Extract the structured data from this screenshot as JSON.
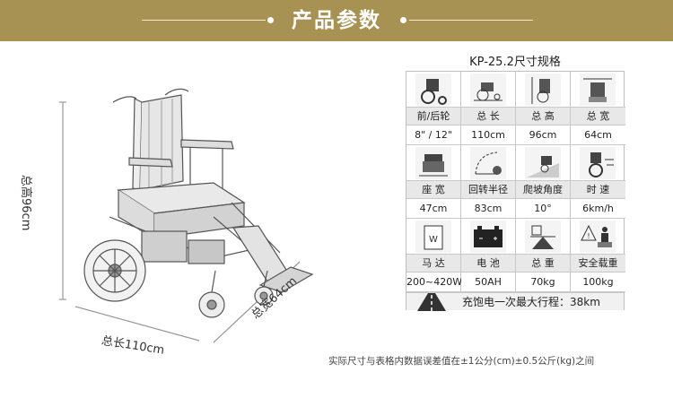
{
  "header": {
    "title": "产品参数"
  },
  "drawing": {
    "height_label": "总高96cm",
    "length_label": "总长110cm",
    "width_label": "总宽64cm"
  },
  "spec": {
    "title": "KP-25.2尺寸规格",
    "rows": [
      [
        {
          "icon": "front-rear-wheel-icon",
          "label": "前/后轮",
          "value": "8\" / 12\""
        },
        {
          "icon": "total-length-icon",
          "label": "总 长",
          "value": "110cm"
        },
        {
          "icon": "total-height-icon",
          "label": "总 高",
          "value": "96cm"
        },
        {
          "icon": "total-width-icon",
          "label": "总 宽",
          "value": "64cm"
        }
      ],
      [
        {
          "icon": "seat-width-icon",
          "label": "座 宽",
          "value": "47cm"
        },
        {
          "icon": "turning-radius-icon",
          "label": "回转半径",
          "value": "83cm"
        },
        {
          "icon": "climbing-angle-icon",
          "label": "爬坡角度",
          "value": "10°"
        },
        {
          "icon": "speed-icon",
          "label": "时 速",
          "value": "6km/h"
        }
      ],
      [
        {
          "icon": "motor-icon",
          "label": "马 达",
          "value": "200~420W"
        },
        {
          "icon": "battery-icon",
          "label": "电 池",
          "value": "50AH"
        },
        {
          "icon": "total-weight-icon",
          "label": "总 重",
          "value": "70kg"
        },
        {
          "icon": "safe-load-icon",
          "label": "安全载重",
          "value": "100kg"
        }
      ]
    ],
    "range_text": "充饱电一次最大行程：38km"
  },
  "footnote": "实际尺寸与表格内数据误差值在±1公分(cm)±0.5公斤(kg)之间",
  "colors": {
    "banner": "#a79153",
    "label_bg": "#e8e8e8"
  }
}
